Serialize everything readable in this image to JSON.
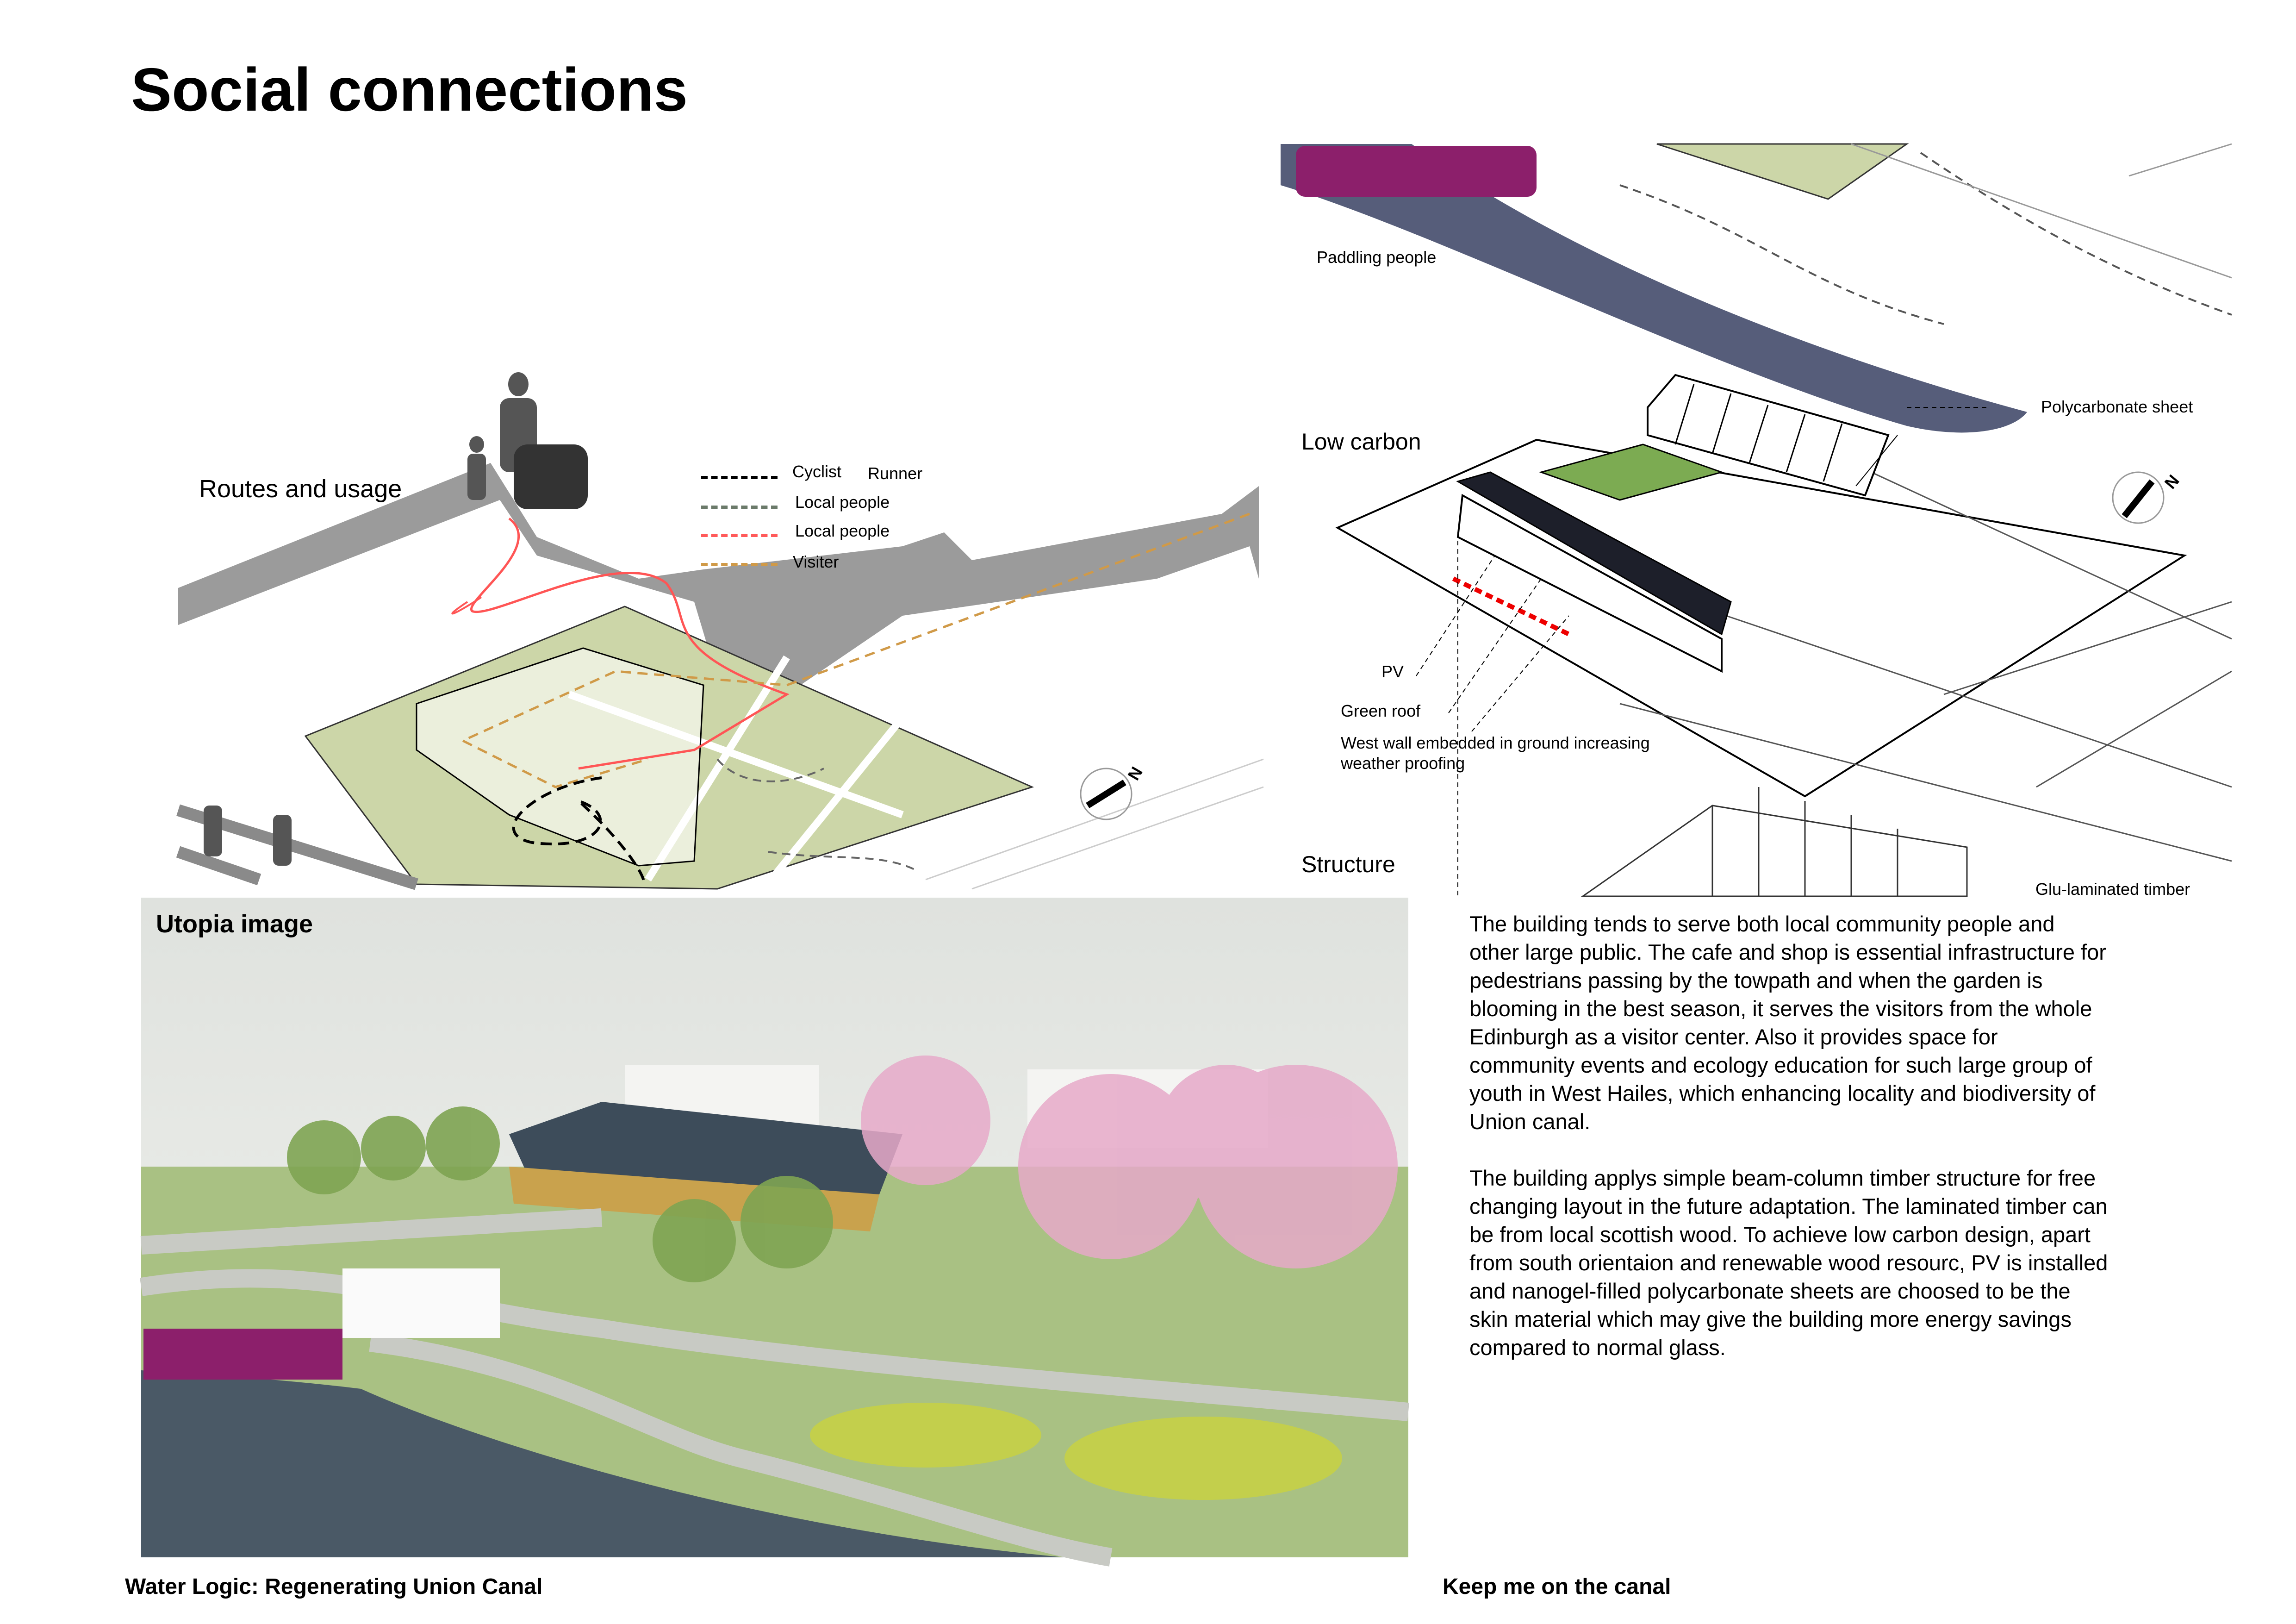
{
  "title": "Social connections",
  "routes": {
    "heading": "Routes and usage",
    "legend": [
      {
        "label": "Cyclist",
        "extra": "Runner",
        "color": "#000000"
      },
      {
        "label": "Local people",
        "color": "#6b7a6a"
      },
      {
        "label": "Local people",
        "color": "#ff5a5a"
      },
      {
        "label": "Visiter",
        "color": "#d09a48"
      }
    ],
    "north": "N"
  },
  "right_panel": {
    "paddling": "Paddling people",
    "polycarbonate": "Polycarbonate sheet",
    "low_carbon": "Low carbon",
    "pv": "PV",
    "green_roof": "Green roof",
    "west_wall": "West wall embedded in ground increasing weather proofing",
    "structure": "Structure",
    "glulam": "Glu-laminated timber",
    "north": "N"
  },
  "utopia": {
    "heading": "Utopia image"
  },
  "description": [
    "The building tends to serve both local community people and other large public. The cafe and shop is essential infrastructure for pedestrians passing by the towpath and when the garden is blooming in the best season, it serves the visitors from the whole Edinburgh as a visitor center. Also it provides space for community events and ecology education for such large group of youth in West Hailes, which enhancing locality and biodiversity of Union canal.",
    "The building applys simple beam-column timber structure for free changing layout in the future adaptation. The laminated timber can be from local scottish wood. To achieve low carbon design, apart from south orientaion and renewable wood resourc, PV is installed and nanogel-filled polycarbonate sheets are choosed to be the skin material which may give the building more energy savings compared to normal glass."
  ],
  "footer": {
    "left": "Water Logic: Regenerating Union Canal",
    "right": "Keep me on the canal"
  }
}
